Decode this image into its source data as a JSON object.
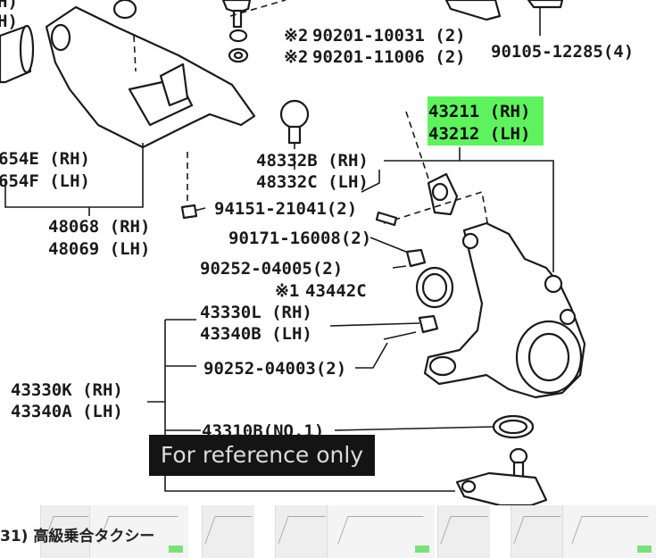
{
  "labels": {
    "top_cut_left_a": "H)",
    "top_cut_left_b": "H)",
    "p_90201_10031": "90201-10031 (2)",
    "p_90201_11006": "90201-11006 (2)",
    "star2": "※2",
    "p_90105_12285": "90105-12285(4)",
    "p_43211": "43211 (RH)",
    "p_43212": "43212 (LH)",
    "p_654e": "654E (RH)",
    "p_654f": "654F (LH)",
    "p_48332b": "48332B (RH)",
    "p_48332c": "48332C (LH)",
    "p_94151": "94151-21041(2)",
    "p_48068": "48068 (RH)",
    "p_48069": "48069 (LH)",
    "p_90171": "90171-16008(2)",
    "p_90252_04005": "90252-04005(2)",
    "star1": "※1",
    "p_43442c": "43442C",
    "p_43330l": "43330L (RH)",
    "p_43340b": "43340B (LH)",
    "p_90252_04003": "90252-04003(2)",
    "p_43330k": "43330K (RH)",
    "p_43340a": "43340A (LH)",
    "p_43310b": "43310B(NO.1)"
  },
  "badge": {
    "text": "For reference only"
  },
  "footer": {
    "text": "31) 高級乗合タクシー"
  },
  "colors": {
    "highlight": "#5ef35e",
    "badge_bg": "#141414",
    "badge_text": "#dcdcdc"
  }
}
